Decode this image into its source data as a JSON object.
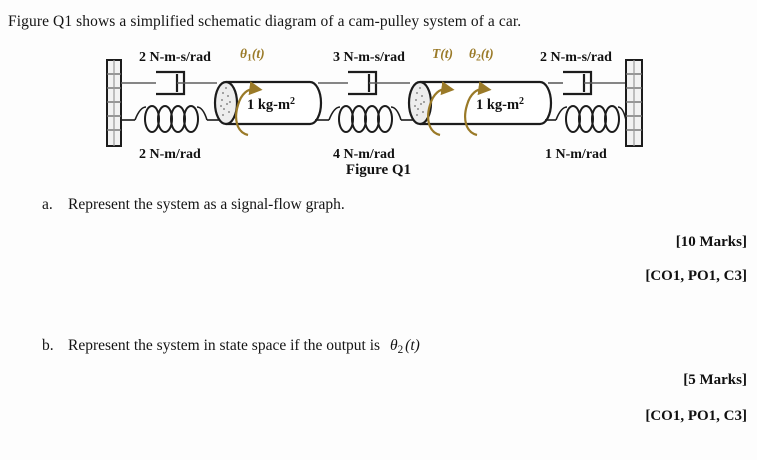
{
  "document": {
    "intro": "Figure Q1 shows a simplified schematic diagram of a cam-pulley system of a car.",
    "figure_caption": "Figure Q1"
  },
  "figure": {
    "dampers": [
      {
        "id": "damper-left",
        "label": "2 N-m-s/rad"
      },
      {
        "id": "damper-middle",
        "label": "3 N-m-s/rad"
      },
      {
        "id": "damper-right",
        "label": "2 N-m-s/rad"
      }
    ],
    "springs": [
      {
        "id": "spring-left",
        "label": "2 N-m/rad"
      },
      {
        "id": "spring-middle",
        "label": "4 N-m/rad"
      },
      {
        "id": "spring-right",
        "label": "1 N-m/rad"
      }
    ],
    "inertias": [
      {
        "id": "inertia-1",
        "label_value": "1",
        "label_unit": "kg-m",
        "label_exp": "2"
      },
      {
        "id": "inertia-2",
        "label_value": "1",
        "label_unit": "kg-m",
        "label_exp": "2"
      }
    ],
    "annotations": [
      {
        "id": "theta1",
        "symbol": "θ",
        "subscript": "1",
        "arg": "(t)"
      },
      {
        "id": "torque",
        "symbol": "T",
        "subscript": "",
        "arg": "(t)"
      },
      {
        "id": "theta2",
        "symbol": "θ",
        "subscript": "2",
        "arg": "(t)"
      }
    ],
    "walls": [
      {
        "id": "wall-left"
      },
      {
        "id": "wall-right"
      }
    ],
    "colors": {
      "annotation": "#9a7a28",
      "outline": "#1c1c1c",
      "wall_fill": "#f2f2f2",
      "disc_fill": "#ededed"
    }
  },
  "questions": [
    {
      "letter": "a.",
      "text": "Represent the system as a signal-flow graph.",
      "marks": "[10 Marks]",
      "outcomes": "[CO1, PO1, C3]"
    },
    {
      "letter": "b.",
      "text_before": "Represent the system in state space if the output is",
      "symbol": "θ",
      "subscript": "2",
      "arg": "(t)",
      "marks": "[5 Marks]",
      "outcomes": "[CO1, PO1, C3]"
    }
  ]
}
